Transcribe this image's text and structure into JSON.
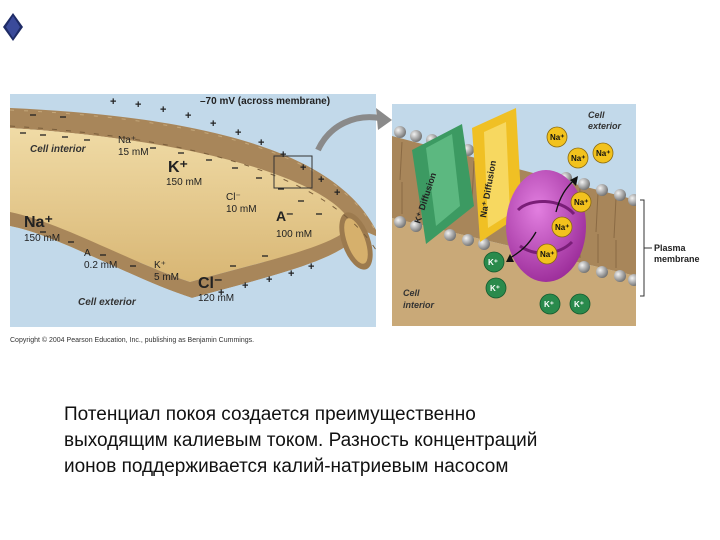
{
  "left_panel": {
    "voltage": "–70 mV (across membrane)",
    "cell_interior": "Cell interior",
    "cell_exterior": "Cell exterior",
    "inside": {
      "na_ion": "Na⁺",
      "na_conc": "15 mM",
      "k_ion": "K⁺",
      "k_conc": "150 mM",
      "cl_ion": "Cl⁻",
      "cl_conc": "10 mM",
      "a_ion": "A⁻",
      "a_conc": "100 mM"
    },
    "outside": {
      "na_ion": "Na⁺",
      "na_conc": "150 mM",
      "a_ion": "A",
      "a_conc": "0.2 mM",
      "k_ion": "K⁺",
      "k_conc": "5 mM",
      "cl_ion": "Cl⁻",
      "cl_conc": "120 mM"
    }
  },
  "right_panel": {
    "cell_exterior": [
      "Cell",
      "exterior"
    ],
    "cell_interior": [
      "Cell",
      "interior"
    ],
    "plasma_membrane": [
      "Plasma",
      "membrane"
    ],
    "k_diffusion": "K⁺ Diffusion",
    "na_diffusion": "Na⁺ Diffusion",
    "na_ion": "Na⁺",
    "k_ion": "K⁺"
  },
  "copyright": "Copyright © 2004 Pearson Education, Inc., publishing as Benjamin Cummings.",
  "caption": {
    "line1": "Потенциал покоя создается преимущественно",
    "line2": "выходящим калиевым током. Разность концентраций",
    "line3": "ионов поддерживается калий-натриевым насосом"
  },
  "colors": {
    "exterior_bg": "#c2d9ea",
    "cell_interior": "#e9cf97",
    "membrane": "#a8865a",
    "green_channel": "#3c9a62",
    "yellow_channel": "#f0c024",
    "pump": "#c64fc2",
    "na_ion": "#f2c21d",
    "k_ion": "#2a8a4c",
    "bullet": "#1e2b66"
  }
}
